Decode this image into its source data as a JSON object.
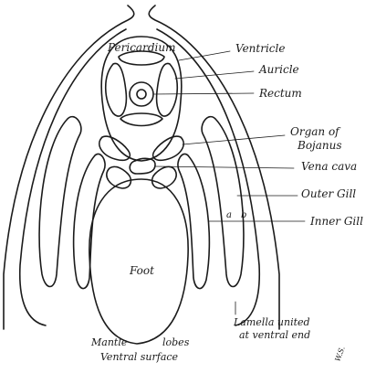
{
  "labels": {
    "pericardium": "Pericardium",
    "ventricle": "Ventricle",
    "auricle": "Auricle",
    "rectum": "Rectum",
    "organ_of_bojanus_line1": "Organ of",
    "organ_of_bojanus_line2": "Bojanus",
    "vena_cava": "Vena cava",
    "outer_gill": "Outer Gill",
    "inner_gill": "Inner Gill",
    "foot": "Foot",
    "mantle_lobes_line1": "Mantle",
    "mantle_lobes_line2": "lobes",
    "ventral_surface": "Ventral surface",
    "lamella_line1": "Lamella united",
    "lamella_line2": "at ventral end",
    "marker_a": "a",
    "marker_b": "b",
    "signature": "W.S."
  }
}
